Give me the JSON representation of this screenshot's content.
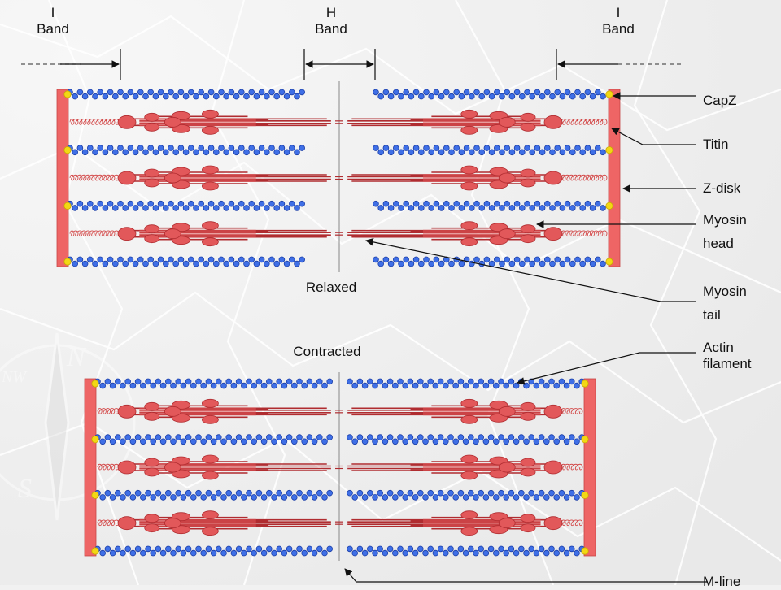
{
  "band_labels": {
    "i_left": [
      "I",
      "Band"
    ],
    "h_center": [
      "H",
      "Band"
    ],
    "i_right": [
      "I",
      "Band"
    ]
  },
  "state_labels": {
    "relaxed": "Relaxed",
    "contracted": "Contracted"
  },
  "callouts": {
    "capz": "CapZ",
    "titin": "Titin",
    "z_disk": "Z-disk",
    "myosin_head": [
      "Myosin",
      "head"
    ],
    "myosin_tail": [
      "Myosin",
      "tail"
    ],
    "actin_filament": [
      "Actin",
      "filament"
    ],
    "m_line": "M-line"
  },
  "colors": {
    "z_disk": "#ee6565",
    "actin_bead": "#3f6fe6",
    "actin_bead_stroke": "#1c3fa8",
    "capz": "#f2d814",
    "myosin": "#e2585a",
    "myosin_stroke": "#b02c30",
    "titin": "#d34848",
    "m_line": "#888888",
    "arrow": "#111111",
    "background": "#f1f1f1"
  }
}
